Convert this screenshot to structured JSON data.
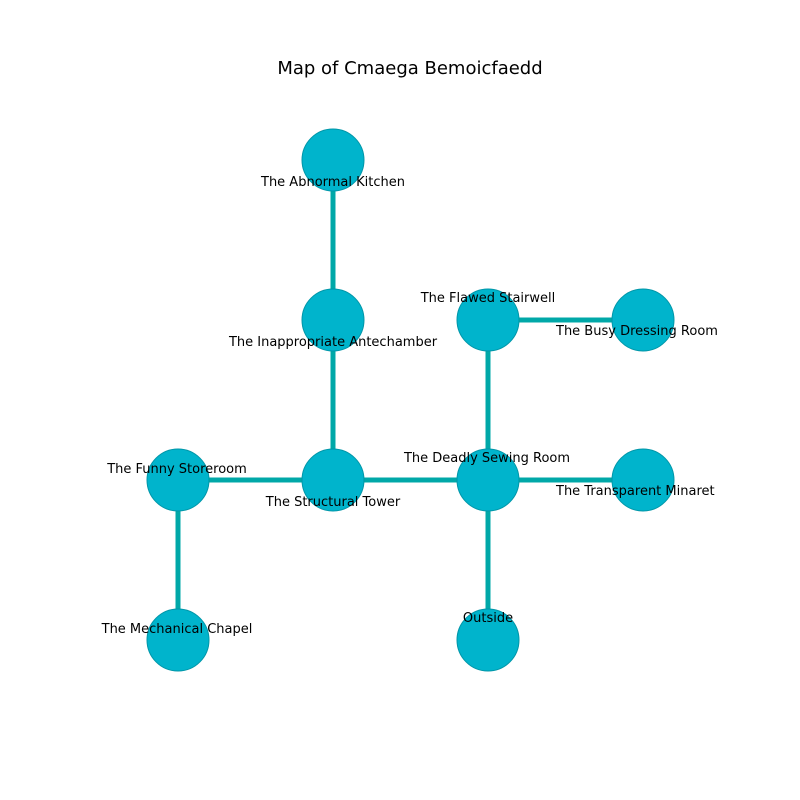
{
  "title": "Map of Cmaega Bemoicfaedd",
  "colors": {
    "node_fill": "#00b4cc",
    "node_stroke": "#0096a8",
    "edge": "#00a8a8",
    "text": "#000000",
    "background": "#ffffff"
  },
  "rooms": [
    {
      "id": "abnormal-kitchen",
      "label": "The Abnormal Kitchen"
    },
    {
      "id": "inappropriate-antechamber",
      "label": "The Inappropriate Antechamber"
    },
    {
      "id": "flawed-stairwell",
      "label": "The Flawed Stairwell"
    },
    {
      "id": "busy-dressing-room",
      "label": "The Busy Dressing Room"
    },
    {
      "id": "funny-storeroom",
      "label": "The Funny Storeroom"
    },
    {
      "id": "structural-tower",
      "label": "The Structural Tower"
    },
    {
      "id": "deadly-sewing-room",
      "label": "The Deadly Sewing Room"
    },
    {
      "id": "transparent-minaret",
      "label": "The Transparent Minaret"
    },
    {
      "id": "mechanical-chapel",
      "label": "The Mechanical Chapel"
    },
    {
      "id": "outside",
      "label": "Outside"
    }
  ],
  "connections": [
    [
      "abnormal-kitchen",
      "inappropriate-antechamber"
    ],
    [
      "inappropriate-antechamber",
      "structural-tower"
    ],
    [
      "funny-storeroom",
      "structural-tower"
    ],
    [
      "structural-tower",
      "deadly-sewing-room"
    ],
    [
      "deadly-sewing-room",
      "flawed-stairwell"
    ],
    [
      "flawed-stairwell",
      "busy-dressing-room"
    ],
    [
      "deadly-sewing-room",
      "transparent-minaret"
    ],
    [
      "deadly-sewing-room",
      "outside"
    ],
    [
      "funny-storeroom",
      "mechanical-chapel"
    ]
  ]
}
